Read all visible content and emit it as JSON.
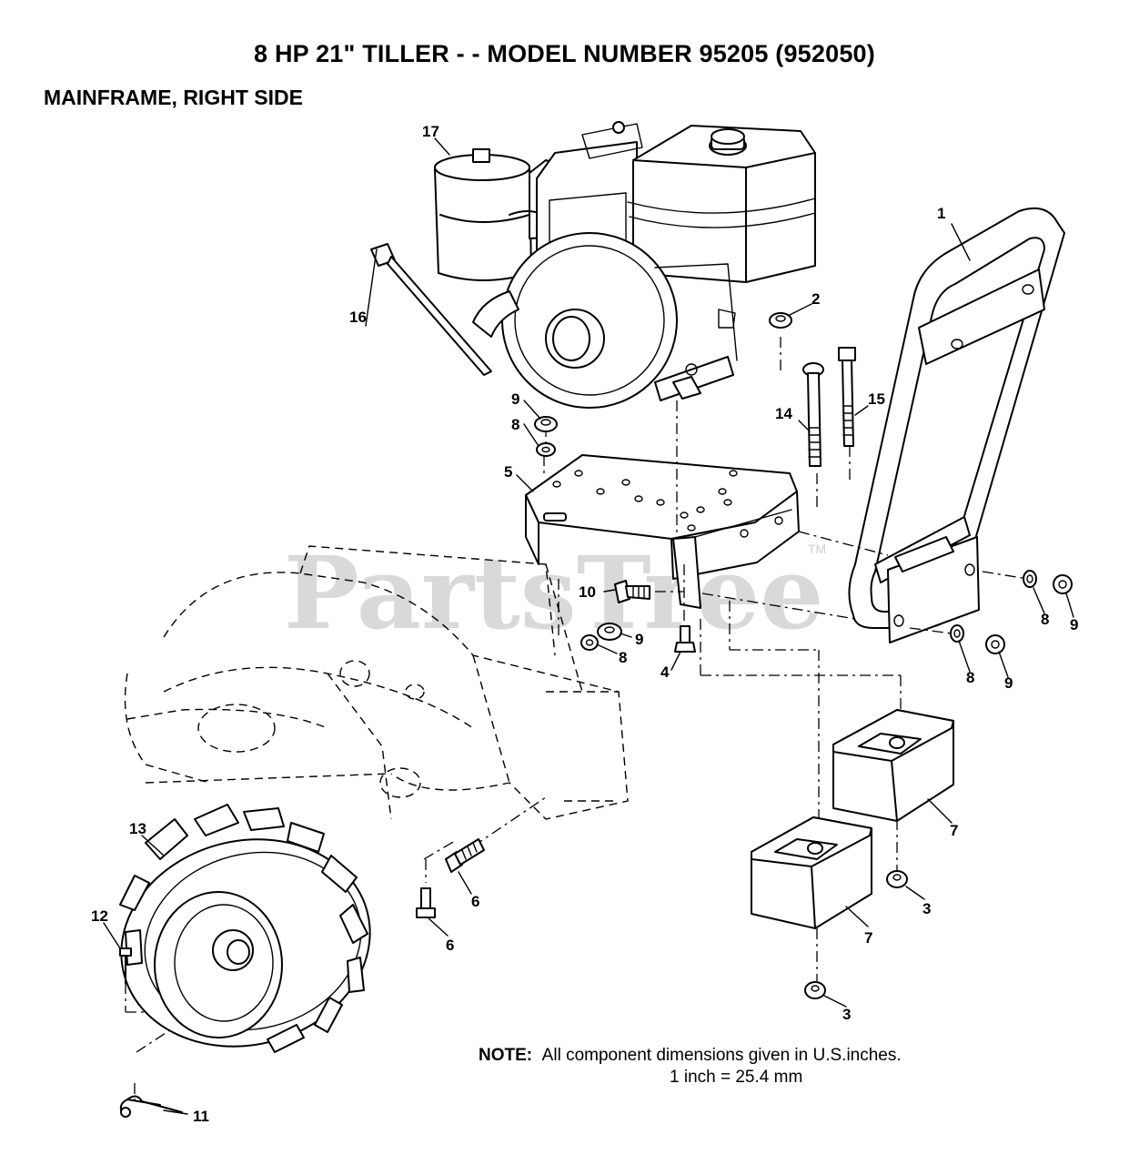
{
  "title": "8 HP  21\" TILLER - - MODEL NUMBER 95205 (952050)",
  "subtitle": "MAINFRAME, RIGHT SIDE",
  "watermark": {
    "text": "PartsTree",
    "tm": "TM"
  },
  "callouts": {
    "c1": "1",
    "c2": "2",
    "c3a": "3",
    "c3b": "3",
    "c4": "4",
    "c5": "5",
    "c6a": "6",
    "c6b": "6",
    "c7a": "7",
    "c7b": "7",
    "c8a": "8",
    "c8b": "8",
    "c8c": "8",
    "c8d": "8",
    "c9a": "9",
    "c9b": "9",
    "c9c": "9",
    "c9d": "9",
    "c10": "10",
    "c11": "11",
    "c12": "12",
    "c13": "13",
    "c14": "14",
    "c15": "15",
    "c16": "16",
    "c17": "17"
  },
  "note": {
    "label": "NOTE:",
    "text": "All component dimensions given in U.S.inches.",
    "conversion": "1 inch = 25.4 mm"
  }
}
